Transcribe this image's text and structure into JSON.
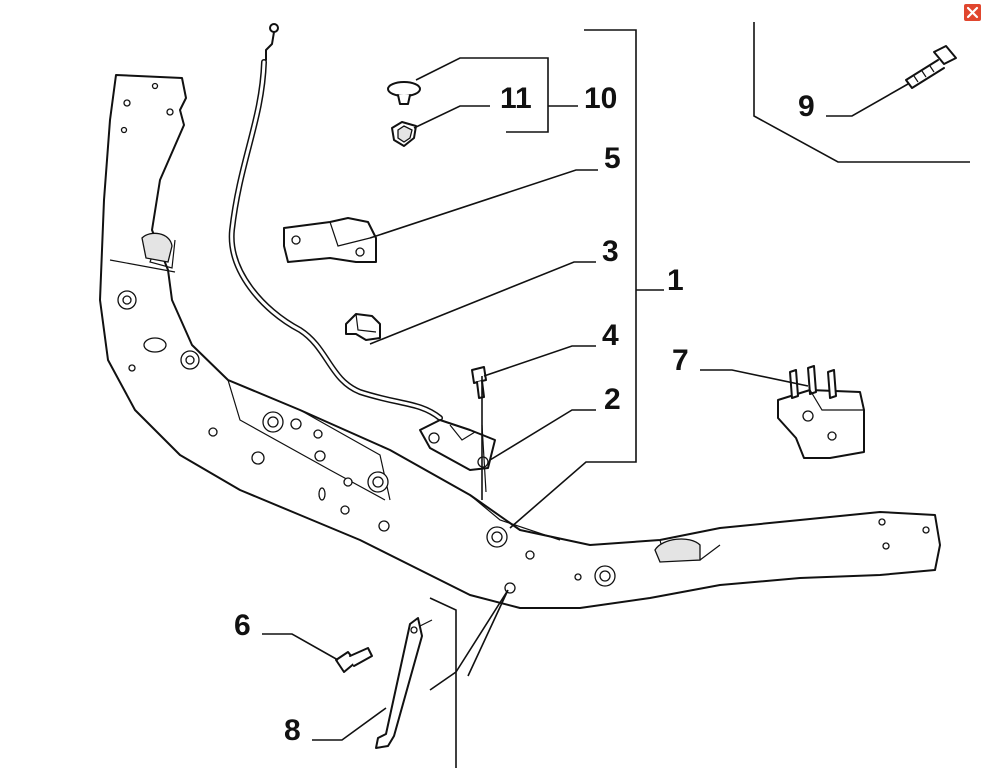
{
  "callouts": {
    "c1": "1",
    "c2": "2",
    "c3": "3",
    "c4": "4",
    "c5": "5",
    "c6": "6",
    "c7": "7",
    "c8": "8",
    "c9": "9",
    "c10": "10",
    "c11": "11"
  },
  "close_icon": "close-icon",
  "colors": {
    "line": "#111111",
    "close_button": "#e0462e",
    "background": "#ffffff"
  }
}
